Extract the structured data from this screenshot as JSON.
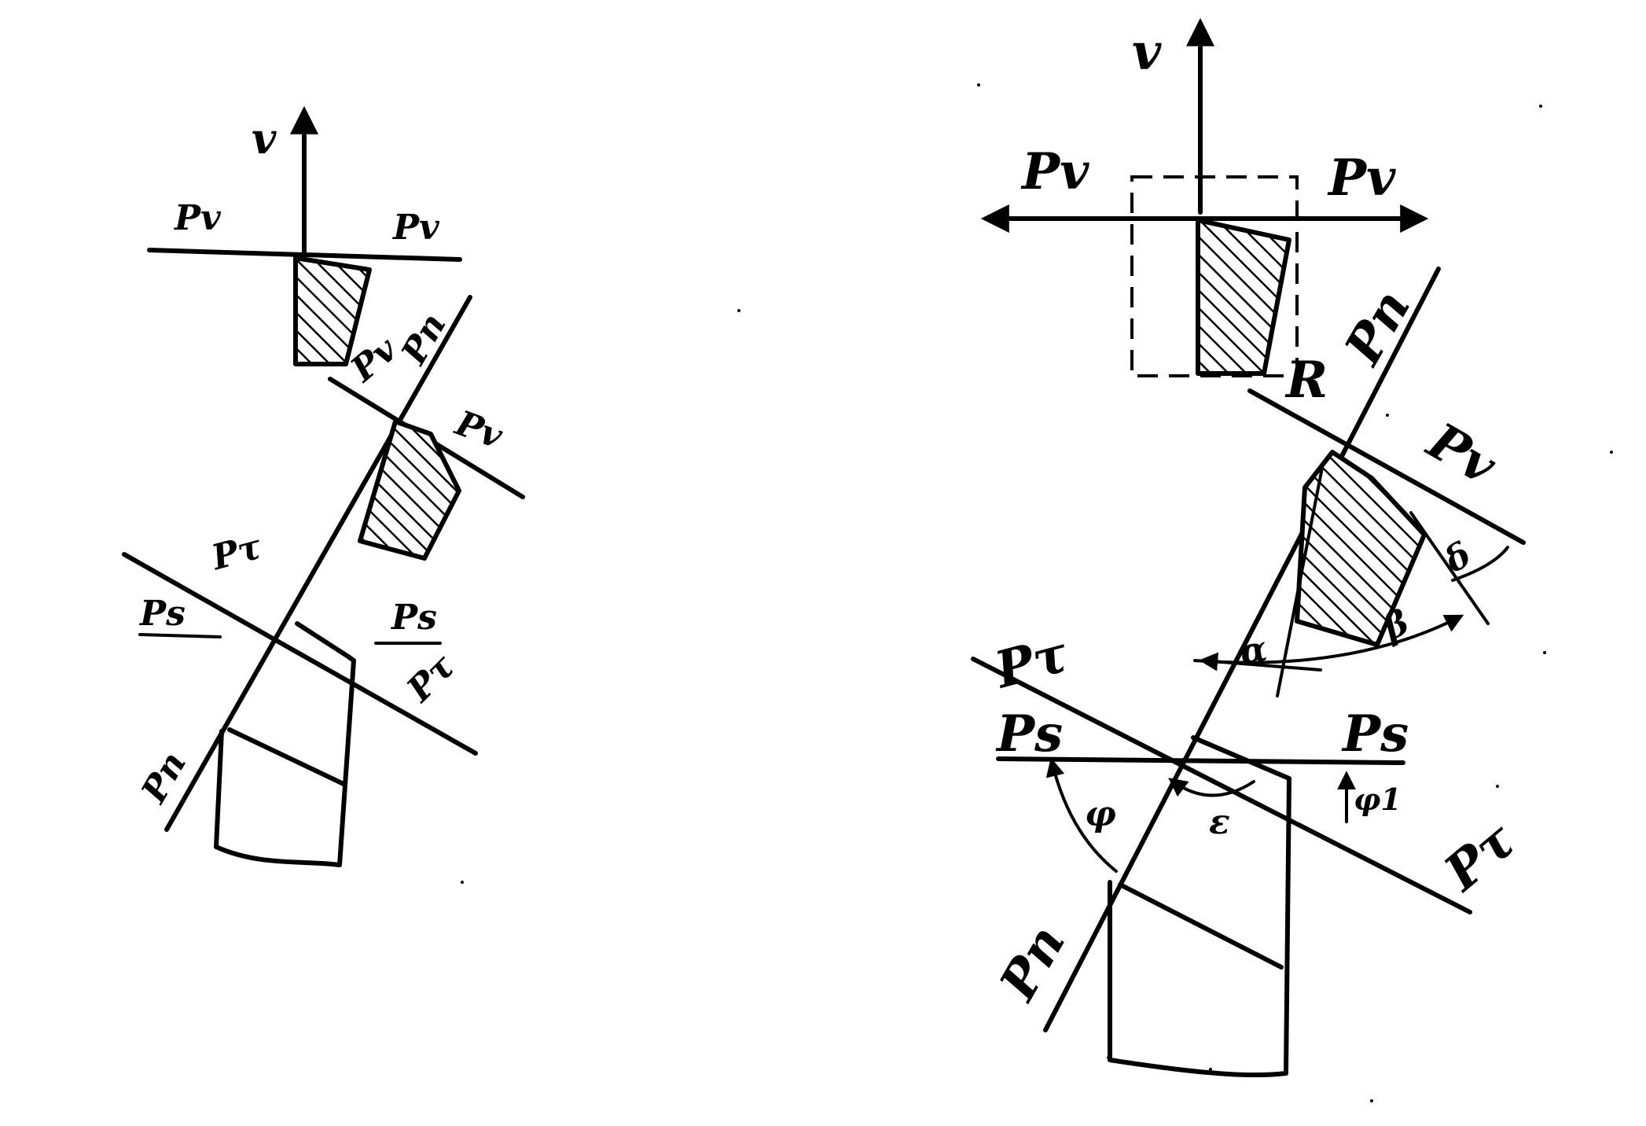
{
  "left_figure": {
    "labels": {
      "v": "v",
      "pv_left": "Pv",
      "pv_right": "Pv",
      "pn_top": "Pn",
      "pv_mid_left": "Pv",
      "pv_mid_right": "Pv",
      "pt_top": "Pτ",
      "ps_left": "Ps",
      "ps_right": "Ps",
      "pt_right": "Pτ",
      "pn_bottom": "Pn"
    }
  },
  "right_figure": {
    "labels": {
      "v": "v",
      "pv_left": "Pv",
      "pv_right": "Pv",
      "pn_top": "Pn",
      "r": "R",
      "pv_mid": "Pv",
      "delta": "δ",
      "beta": "β",
      "alpha": "α",
      "pt_left": "Pτ",
      "ps_left": "Ps",
      "ps_right": "Ps",
      "phi1": "φ1",
      "phi": "φ",
      "epsilon": "ε",
      "pt_right": "Pτ",
      "pn_bottom": "Pn"
    }
  }
}
